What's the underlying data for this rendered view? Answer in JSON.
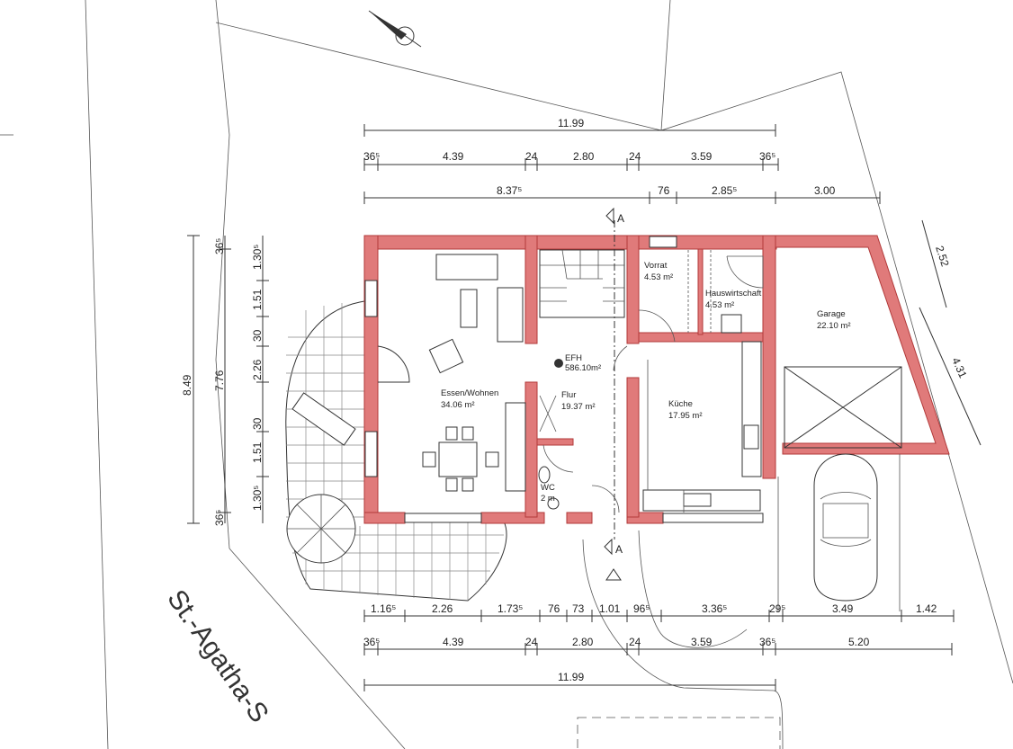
{
  "top_dims": {
    "total_a": "11.99",
    "row2": [
      "36⁵",
      "4.39",
      "24",
      "2.80",
      "24",
      "3.59",
      "36⁵"
    ],
    "row3": [
      "8.37⁵",
      "76",
      "2.85⁵",
      "3.00"
    ]
  },
  "left_dims": [
    "8.49",
    "7.76",
    "36⁵",
    "1.30⁵",
    "1.51",
    "30",
    "2.26",
    "30",
    "1.51",
    "1.30⁵",
    "36⁵"
  ],
  "right_dims": [
    "2.52",
    "4.31"
  ],
  "bottom_dims": {
    "row1": [
      "1.16⁵",
      "2.26",
      "1.73⁵",
      "76",
      "73",
      "1.01",
      "96⁵",
      "3.36⁵",
      "29⁵",
      "3.49",
      "1.42"
    ],
    "row2": [
      "36⁵",
      "4.39",
      "24",
      "2.80",
      "24",
      "3.59",
      "36⁵",
      "5.20"
    ],
    "total_b": "11.99"
  },
  "section_marks": [
    "A",
    "A"
  ],
  "rooms": {
    "vorrat": {
      "name": "Vorrat",
      "area": "4.53 m²"
    },
    "hauswirtschaft": {
      "name": "Hauswirtschaft",
      "area": "4.53 m²"
    },
    "garage": {
      "name": "Garage",
      "area": "22.10 m²"
    },
    "efh": {
      "name": "EFH",
      "area": "586.10m²"
    },
    "essen": {
      "name": "Essen/Wohnen",
      "area": "34.06 m²"
    },
    "flur": {
      "name": "Flur",
      "area": "19.37 m²"
    },
    "kueche": {
      "name": "Küche",
      "area": "17.95 m²"
    },
    "wc": {
      "name": "WC",
      "area": "2 m"
    }
  },
  "street": "St.-Agatha-S",
  "colors": {
    "wall": "#e07a7a",
    "wall_edge": "#b23a3a",
    "line": "#333333"
  }
}
